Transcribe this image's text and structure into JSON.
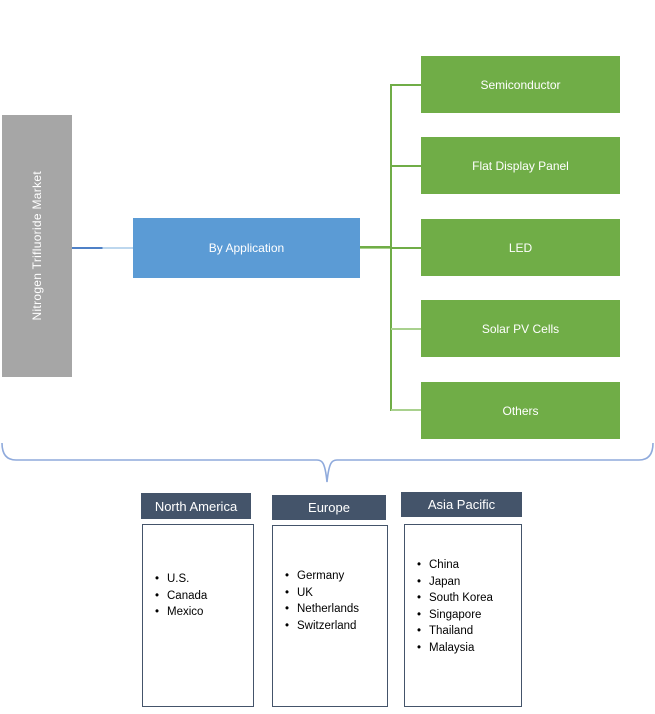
{
  "diagram": {
    "root": "Nitrogen Trifluoride Market",
    "branch": "By Application",
    "applications": [
      "Semiconductor",
      "Flat Display Panel",
      "LED",
      "Solar PV Cells",
      "Others"
    ],
    "regions": [
      {
        "name": "North America",
        "items": [
          "U.S.",
          "Canada",
          "Mexico"
        ]
      },
      {
        "name": "Europe",
        "items": [
          "Germany",
          "UK",
          "Netherlands",
          "Switzerland"
        ]
      },
      {
        "name": "Asia Pacific",
        "items": [
          "China",
          "Japan",
          "South Korea",
          "Singapore",
          "Thailand",
          "Malaysia"
        ]
      }
    ]
  },
  "colors": {
    "root_gray": "#a6a6a6",
    "application_blue": "#5b9bd5",
    "leaf_green": "#70ad47",
    "light_green_connector": "#a9d18e",
    "region_header_slate": "#44546a",
    "brace_blue": "#8faadc",
    "connector_dark_blue": "#4f81c7",
    "connector_light_blue": "#bdd7ee",
    "text_white": "#ffffff",
    "text_black": "#000000"
  }
}
